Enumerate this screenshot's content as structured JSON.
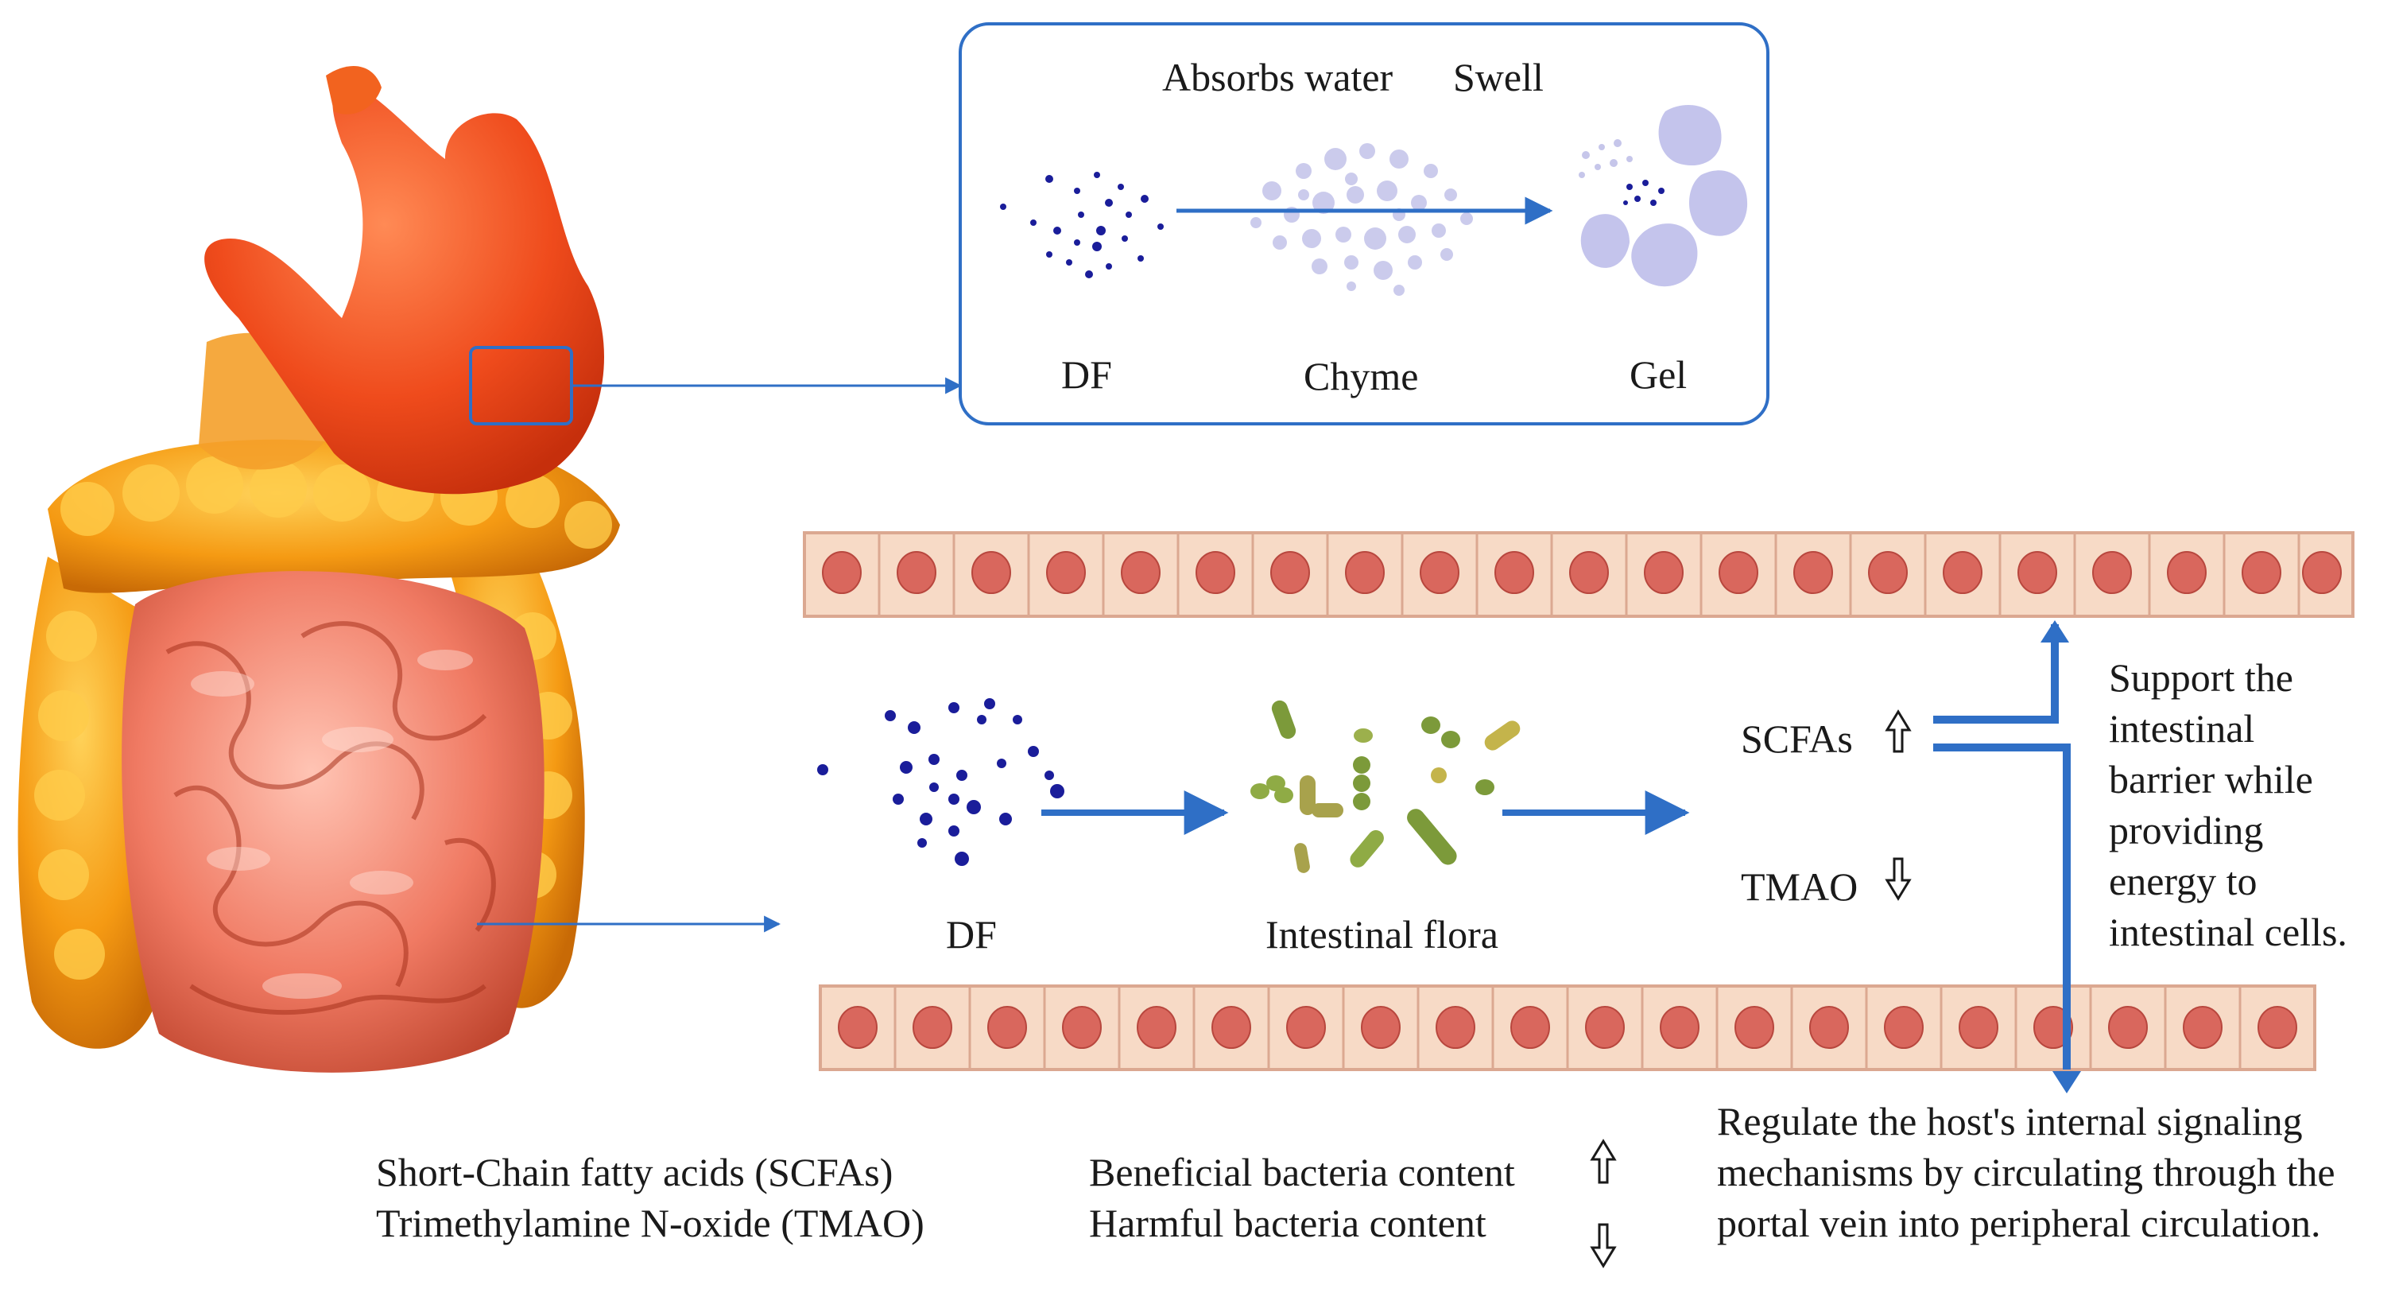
{
  "colors": {
    "blue": "#2f6fc6",
    "dark_blue": "#1a1d9a",
    "chyme": "#c6c6ea",
    "gel": "#c4c4ec",
    "cell_fill": "#f7dac6",
    "cell_border": "#dba891",
    "nucleus": "#d9675d",
    "stomach": "#ef4b1c",
    "colon": "#f59a13",
    "small_intestine": "#f07a63",
    "bacteria": "#7c9a3a"
  },
  "icons": {
    "organ": "digestive-system-illustration",
    "up_arrow": "hollow-up-arrow-icon",
    "down_arrow": "hollow-down-arrow-icon"
  },
  "zoom_box": {
    "absorbs_water": "Absorbs water",
    "swell": "Swell",
    "df": "DF",
    "chyme": "Chyme",
    "gel": "Gel"
  },
  "intestine": {
    "df": "DF",
    "flora": "Intestinal flora",
    "scfas": "SCFAs",
    "tmao": "TMAO"
  },
  "support_text": [
    "Support the",
    "intestinal",
    "barrier while",
    "providing",
    "energy to",
    "intestinal cells."
  ],
  "regulate_text": [
    "Regulate the host's internal signaling",
    "mechanisms by circulating through the",
    "portal vein into peripheral circulation."
  ],
  "legend": {
    "scfa_full": "Short-Chain fatty acids (SCFAs)",
    "tmao_full": "Trimethylamine N-oxide (TMAO)",
    "beneficial": "Beneficial bacteria content",
    "harmful": "Harmful bacteria content"
  }
}
